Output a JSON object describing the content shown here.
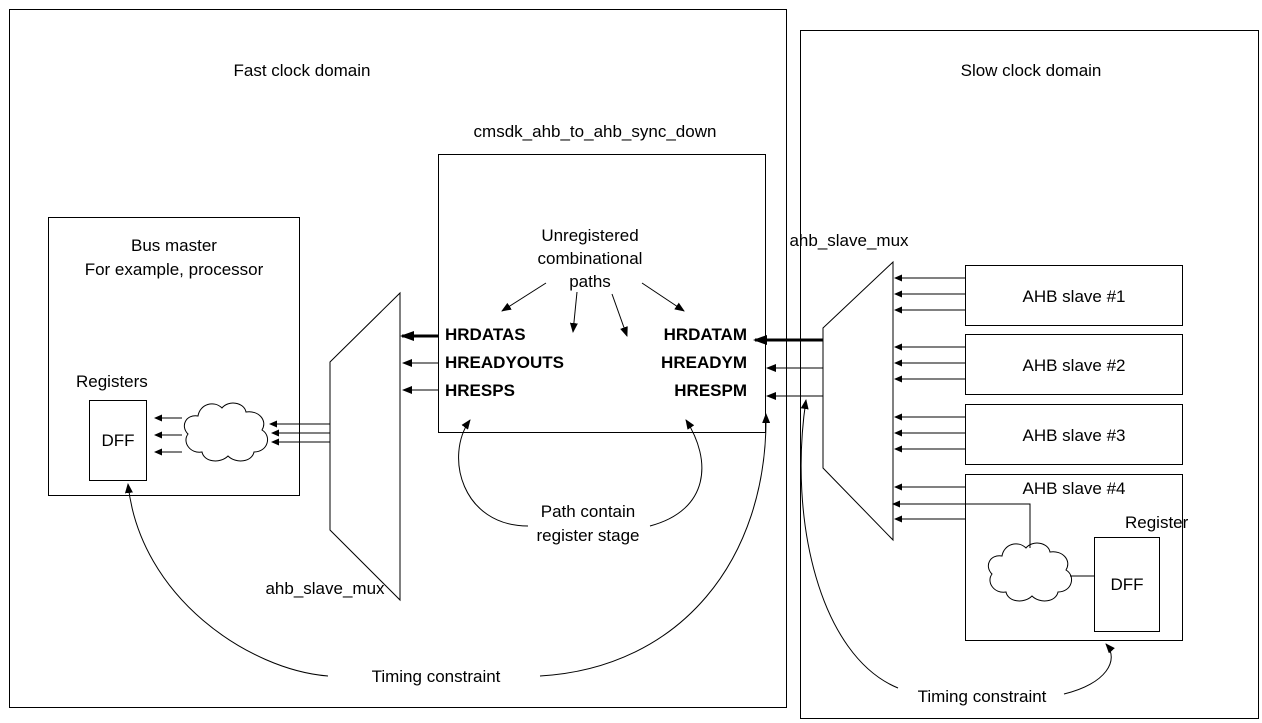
{
  "fast_domain": {
    "title": "Fast clock domain"
  },
  "slow_domain": {
    "title": "Slow clock domain"
  },
  "bridge": {
    "title": "cmsdk_ahb_to_ahb_sync_down",
    "note_lines": [
      "Unregistered",
      "combinational",
      "paths"
    ],
    "slave_signals": [
      "HRDATAS",
      "HREADYOUTS",
      "HRESPS"
    ],
    "master_signals": [
      "HRDATAM",
      "HREADYM",
      "HRESPM"
    ]
  },
  "bus_master": {
    "title_lines": [
      "Bus master",
      "For example, processor"
    ],
    "registers_label": "Registers",
    "dff_label": "DFF"
  },
  "left_mux": {
    "label": "ahb_slave_mux"
  },
  "right_mux": {
    "label": "ahb_slave_mux"
  },
  "slaves": [
    "AHB slave #1",
    "AHB slave #2",
    "AHB slave #3",
    "AHB slave #4"
  ],
  "slave4": {
    "register_label": "Register",
    "dff_label": "DFF"
  },
  "path_note_lines": [
    "Path contain",
    "register stage"
  ],
  "timing_fast": "Timing constraint",
  "timing_slow": "Timing constraint"
}
